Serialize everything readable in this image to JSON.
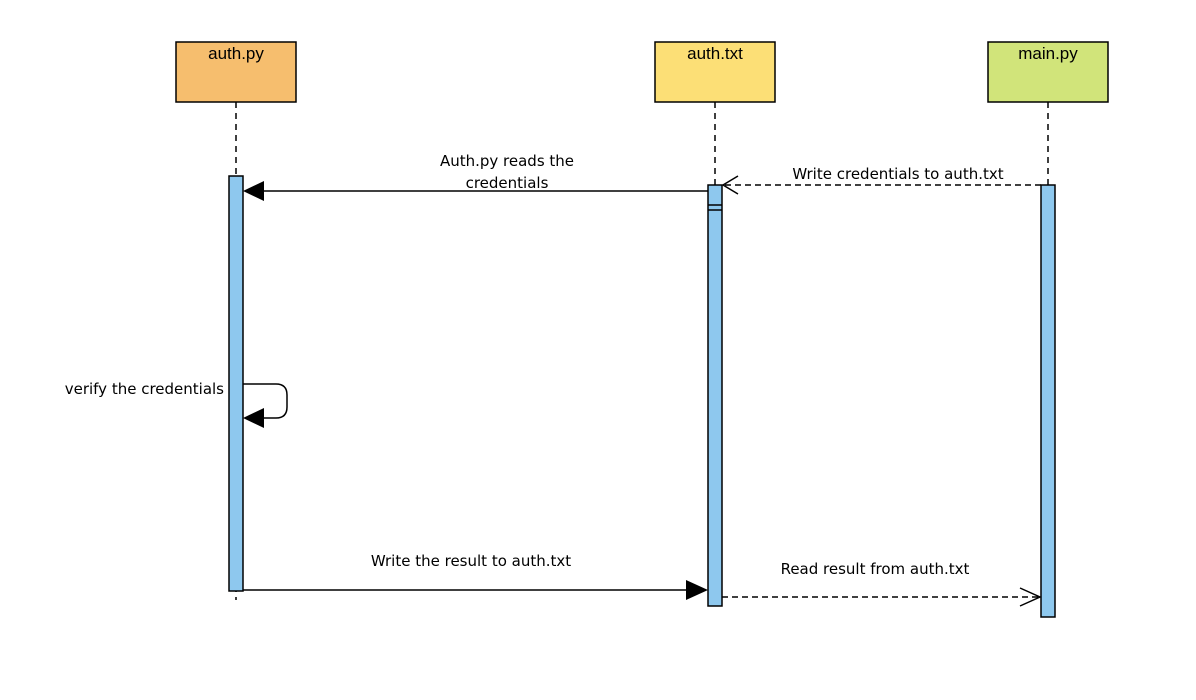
{
  "participants": [
    {
      "id": "auth-py",
      "label": "auth.py",
      "color": "#f6be6e"
    },
    {
      "id": "auth-txt",
      "label": "auth.txt",
      "color": "#fcdf76"
    },
    {
      "id": "main-py",
      "label": "main.py",
      "color": "#d1e47a"
    }
  ],
  "messages": [
    {
      "id": "write-credentials",
      "lines": [
        "Write credentials to auth.txt"
      ],
      "from": "main-py",
      "to": "auth-txt",
      "style": "dashed-open"
    },
    {
      "id": "reads-credentials",
      "lines": [
        "Auth.py reads the",
        "credentials"
      ],
      "from": "auth-txt",
      "to": "auth-py",
      "style": "solid-filled"
    },
    {
      "id": "verify-credentials",
      "lines": [
        "verify the credentials"
      ],
      "from": "auth-py",
      "to": "auth-py",
      "style": "self-filled"
    },
    {
      "id": "write-result",
      "lines": [
        "Write the result to auth.txt"
      ],
      "from": "auth-py",
      "to": "auth-txt",
      "style": "solid-filled"
    },
    {
      "id": "read-result",
      "lines": [
        "Read result from auth.txt"
      ],
      "from": "auth-txt",
      "to": "main-py",
      "style": "dashed-open"
    }
  ],
  "colors": {
    "activation": "#8ec8ee",
    "line": "#000000"
  }
}
